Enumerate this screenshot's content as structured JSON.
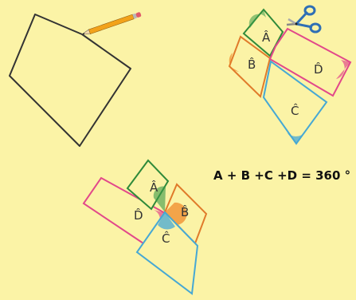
{
  "equation": "A + B +C +D = 360 °",
  "labels": {
    "a": "Â",
    "b": "B̂",
    "c": "Ĉ",
    "d": "D̂"
  },
  "colors": {
    "background": "#fbf3a6",
    "outline": "#333333",
    "a": "#2f8a3a",
    "b": "#e07a2a",
    "c": "#46a8d4",
    "d": "#e2488a",
    "pencil": "#f2a21a",
    "scissors": "#2f6fb5"
  },
  "icons": [
    "pencil-icon",
    "scissors-icon"
  ]
}
